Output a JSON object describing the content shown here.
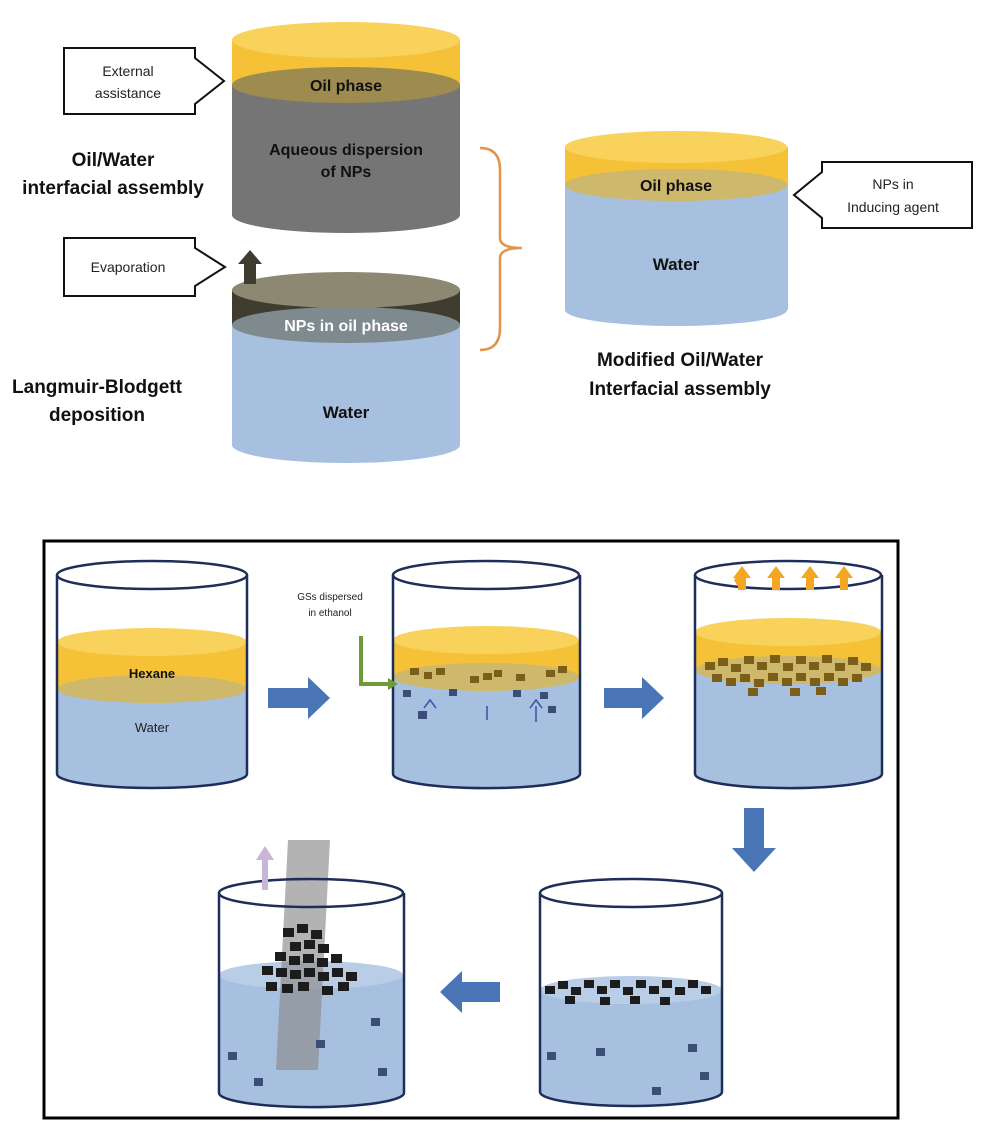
{
  "top": {
    "cylA": {
      "oil": "Oil phase",
      "aq1": "Aqueous dispersion",
      "aq2": "of NPs"
    },
    "cylB": {
      "nps": "NPs in oil phase",
      "water": "Water"
    },
    "cylC": {
      "oil": "Oil phase",
      "water": "Water"
    },
    "callout_external": [
      "External",
      "assistance"
    ],
    "callout_evaporation": "Evaporation",
    "callout_nps": [
      "NPs in",
      "Inducing agent"
    ],
    "label_ow": [
      "Oil/Water",
      "interfacial assembly"
    ],
    "label_lb": [
      "Langmuir-Blodgett",
      "deposition"
    ],
    "label_mod": [
      "Modified Oil/Water",
      "Interfacial assembly"
    ]
  },
  "bottom": {
    "hexane": "Hexane",
    "water": "Water",
    "gs_note": [
      "GSs dispersed",
      "in ethanol"
    ]
  },
  "colors": {
    "oil": "#F5C237",
    "oil_band": "#CDB86B",
    "water": "#A7C0DF",
    "aqueous": "#757575",
    "np_dark": "#3E3D2F",
    "flake_gold": "#7A5E1A",
    "flake_dark": "#1C1C1C",
    "arrow_blue": "#4A76B8",
    "bracket": "#E4934A"
  }
}
